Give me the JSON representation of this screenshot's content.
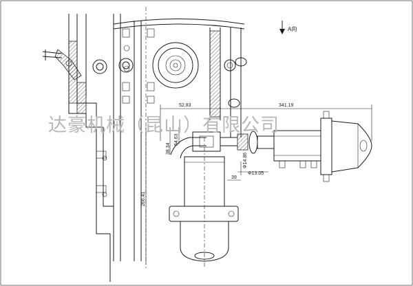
{
  "view_label": "A向",
  "watermark": "达豪机械（昆山）有限公司",
  "dimensions": {
    "horizontal_main": "341.19",
    "horizontal_left": "52.83",
    "vertical_height": "266.41",
    "vertical_small": "38.34",
    "vertical_small2": "54.63",
    "diameter_1": "Φ14.86",
    "diameter_2": "Φ13.05",
    "length_small": "39"
  }
}
